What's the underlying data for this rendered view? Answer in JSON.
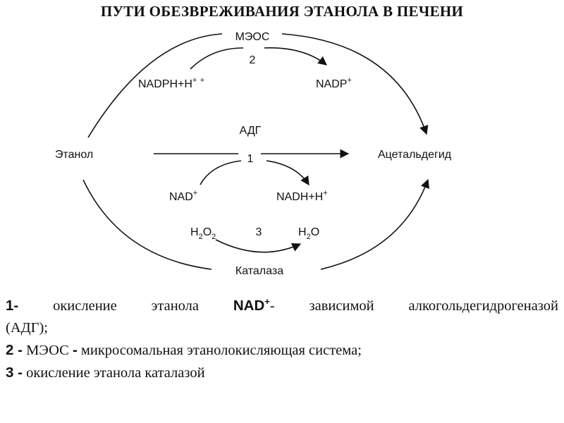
{
  "title": "ПУТИ ОБЕЗВРЕЖИВАНИЯ ЭТАНОЛА В ПЕЧЕНИ",
  "diagram": {
    "ethanol": "Этанол",
    "acetaldehyde": "Ацетальдегид",
    "meos": {
      "name": "МЭОС",
      "number": "2",
      "cofactor_in": "NADPH+H",
      "cofactor_out": "NADP"
    },
    "adh": {
      "name": "АДГ",
      "number": "1",
      "cofactor_in": "NAD",
      "cofactor_out": "NADH+H"
    },
    "catalase": {
      "name": "Каталаза",
      "number": "3",
      "substrate_main": "H",
      "substrate_sub": "2",
      "substrate_o": "O",
      "substrate_o_sub": "2",
      "product_main": "H",
      "product_sub": "2",
      "product_o": "O"
    },
    "plus_sign": "+"
  },
  "legend": {
    "item1": {
      "num": "1-",
      "text_a": "окисление этанола",
      "nad": "NAD",
      "sup": "+",
      "text_b": "- зависимой алкогольдегидрогеназой",
      "text_c": "(АДГ);"
    },
    "item2": {
      "num": "2 -",
      "text_a": "МЭОС",
      "dash": "-",
      "text_b": "микросомальная этанолокисляющая система;"
    },
    "item3": {
      "num": "3 -",
      "text": "окисление этанола каталазой"
    }
  }
}
